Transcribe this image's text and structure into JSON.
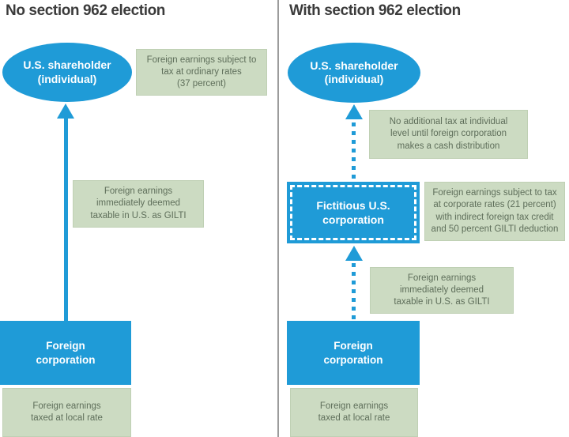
{
  "colors": {
    "blue": "#1f9bd7",
    "green-bg": "#ccdbc2",
    "green-border": "#bfd0b4",
    "green-text": "#5e6e5a",
    "title-text": "#3b3b3b",
    "divider": "#9c9c9c"
  },
  "left_panel": {
    "title": "No section 962 election",
    "shareholder_node": "U.S. shareholder\n(individual)",
    "note_top": "Foreign earnings subject to\ntax at ordinary rates\n(37 percent)",
    "note_middle": "Foreign earnings\nimmediately deemed\ntaxable in U.S. as GILTI",
    "corporation_node": "Foreign\ncorporation",
    "note_bottom": "Foreign earnings\ntaxed at local rate"
  },
  "right_panel": {
    "title": "With section 962 election",
    "shareholder_node": "U.S. shareholder\n(individual)",
    "note_top": "No additional tax at individual\nlevel until foreign corporation\nmakes a cash distribution",
    "fictitious_node": "Fictitious U.S.\ncorporation",
    "note_middle": "Foreign earnings subject to tax\nat corporate rates (21 percent)\nwith indirect foreign tax credit\nand 50 percent GILTI deduction",
    "note_lower": "Foreign earnings\nimmediately deemed\ntaxable in U.S. as GILTI",
    "corporation_node": "Foreign\ncorporation",
    "note_bottom": "Foreign earnings\ntaxed at local rate"
  }
}
